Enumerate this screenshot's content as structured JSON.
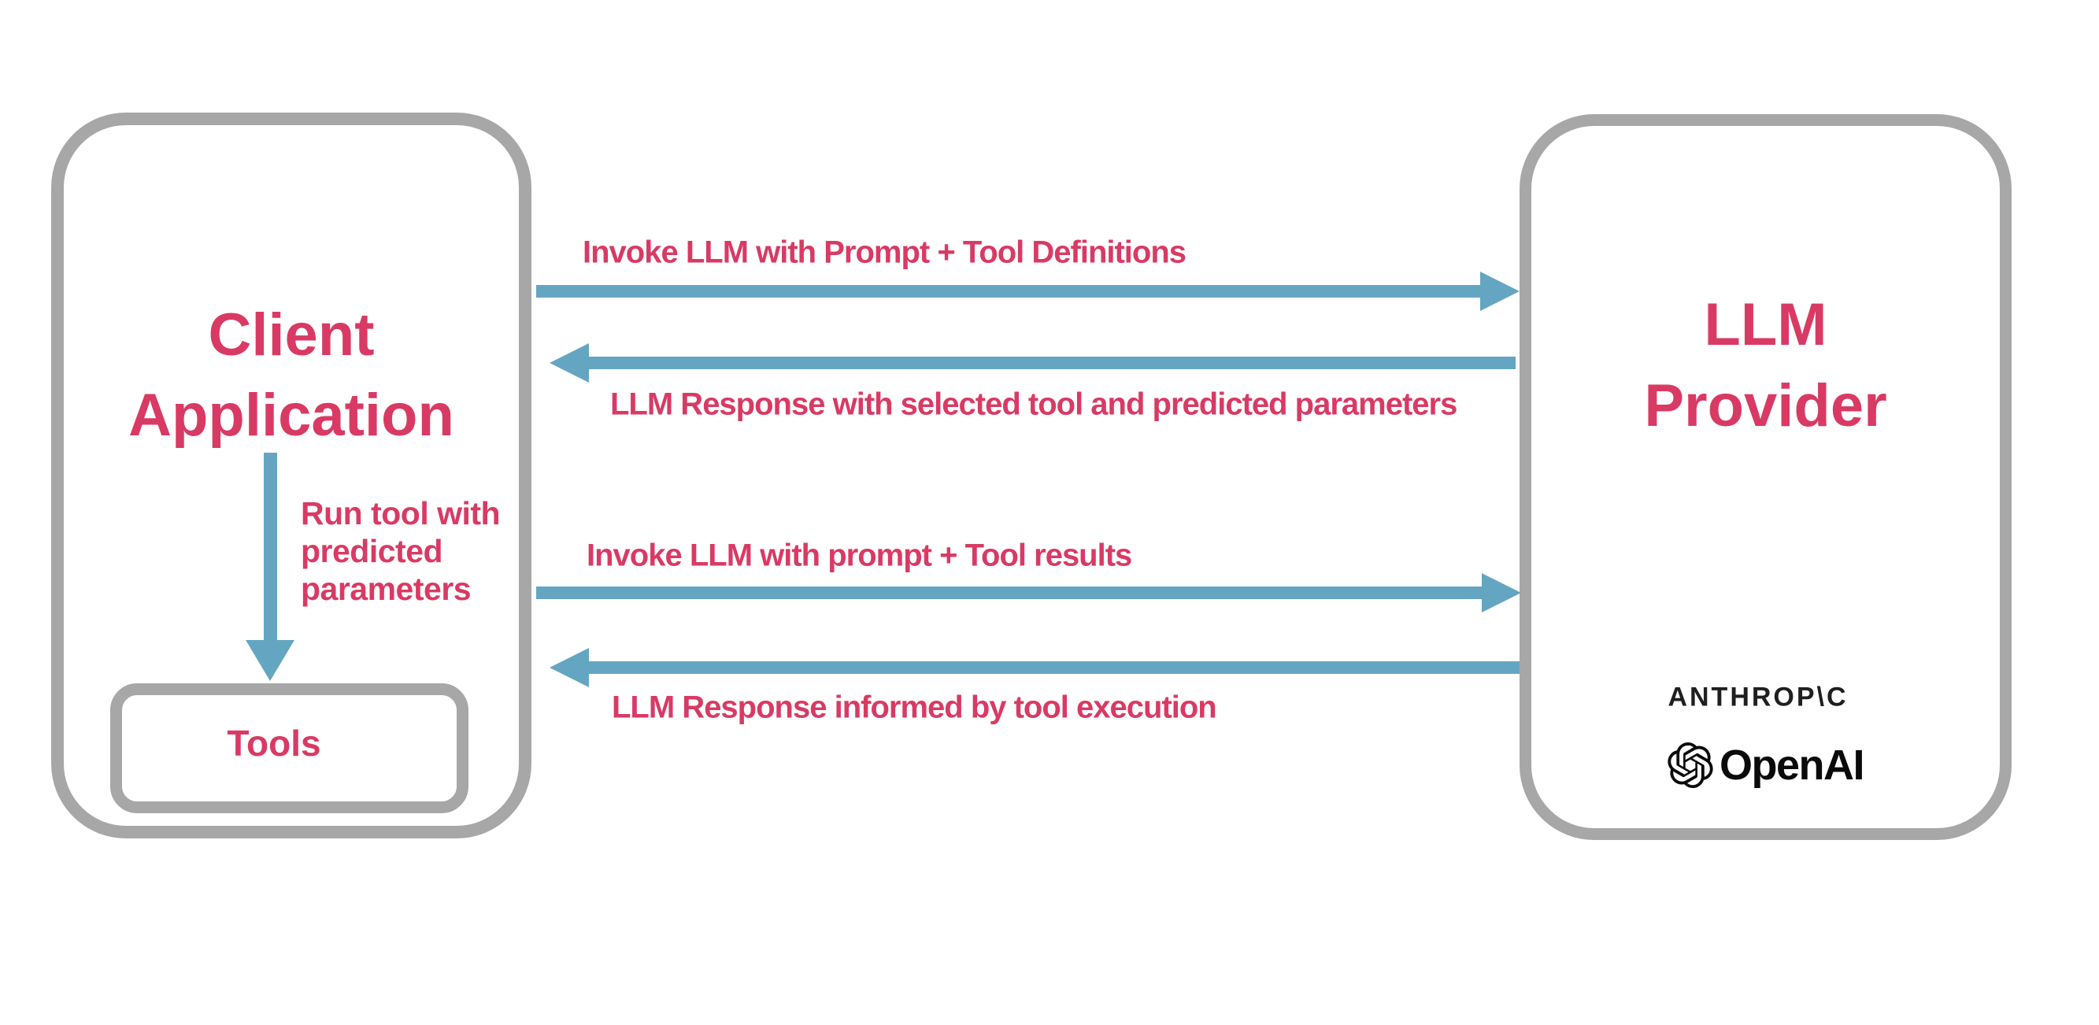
{
  "colors": {
    "pink": "#d93a64",
    "blue": "#64a6c2",
    "border_gray": "#a7a7a7",
    "anthropic_text": "#1f1f1f",
    "openai_text": "#0a0a0a",
    "background": "#ffffff"
  },
  "left_box": {
    "title_lines": [
      "Client",
      "Application"
    ],
    "tools_label": "Tools"
  },
  "right_box": {
    "title_lines": [
      "LLM",
      "Provider"
    ],
    "providers": [
      {
        "name": "anthropic",
        "wordmark": "ANTHROP\\C"
      },
      {
        "name": "openai",
        "wordmark": "OpenAI",
        "icon": "openai-blossom-icon"
      }
    ]
  },
  "arrows": [
    {
      "id": "invoke-1",
      "direction": "right",
      "label": "Invoke LLM with Prompt + Tool Definitions"
    },
    {
      "id": "response-1",
      "direction": "left",
      "label": "LLM Response with selected tool and predicted parameters"
    },
    {
      "id": "invoke-2",
      "direction": "right",
      "label": "Invoke LLM with prompt + Tool results"
    },
    {
      "id": "response-2",
      "direction": "left",
      "label": "LLM Response informed by tool execution"
    },
    {
      "id": "run-tool",
      "direction": "down",
      "label": "Run tool with\npredicted\nparameters"
    }
  ]
}
